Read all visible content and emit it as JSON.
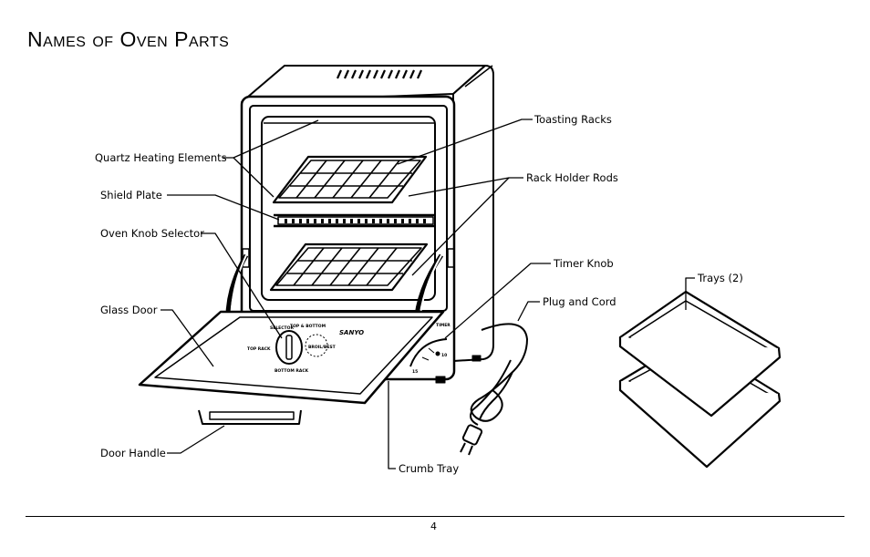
{
  "title": "Names of Oven Parts",
  "labels": {
    "quartz": "Quartz Heating Elements",
    "shield": "Shield Plate",
    "knob_selector": "Oven Knob Selector",
    "glass_door": "Glass Door",
    "door_handle": "Door Handle",
    "toasting_racks": "Toasting Racks",
    "rack_holder": "Rack Holder Rods",
    "timer_knob": "Timer Knob",
    "plug_cord": "Plug and Cord",
    "crumb_tray": "Crumb Tray",
    "trays": "Trays (2)"
  },
  "panel": {
    "brand": "SANYO",
    "selector": "SELECTOR",
    "top_bottom": "TOP & BOTTOM",
    "top_rack": "TOP RACK",
    "bottom_rack": "BOTTOM RACK",
    "broil_best": "BROIL/BEST",
    "timer": "TIMER",
    "t10": "10",
    "t15": "15"
  },
  "page_number": "4"
}
